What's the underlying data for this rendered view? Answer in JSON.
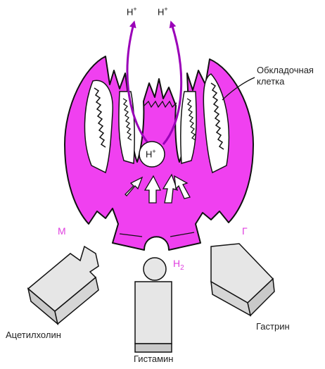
{
  "labels": {
    "h_left": "H",
    "h_right": "H",
    "h_center": "H",
    "plus": "+",
    "cell_line1": "Обкладочная",
    "cell_line2": "клетка",
    "receptor_m": "М",
    "receptor_h2": "H",
    "receptor_h2_sub": "2",
    "receptor_g": "Г",
    "acetylcholine": "Ацетилхолин",
    "histamine": "Гистамин",
    "gastrin": "Гастрин"
  },
  "colors": {
    "cell_fill": "#f040f0",
    "cell_stroke": "#111111",
    "arrow_purple": "#9a00b8",
    "label_magenta": "#e040e0",
    "block_fill": "#e4e4e4",
    "block_side": "#c8c8c8"
  }
}
